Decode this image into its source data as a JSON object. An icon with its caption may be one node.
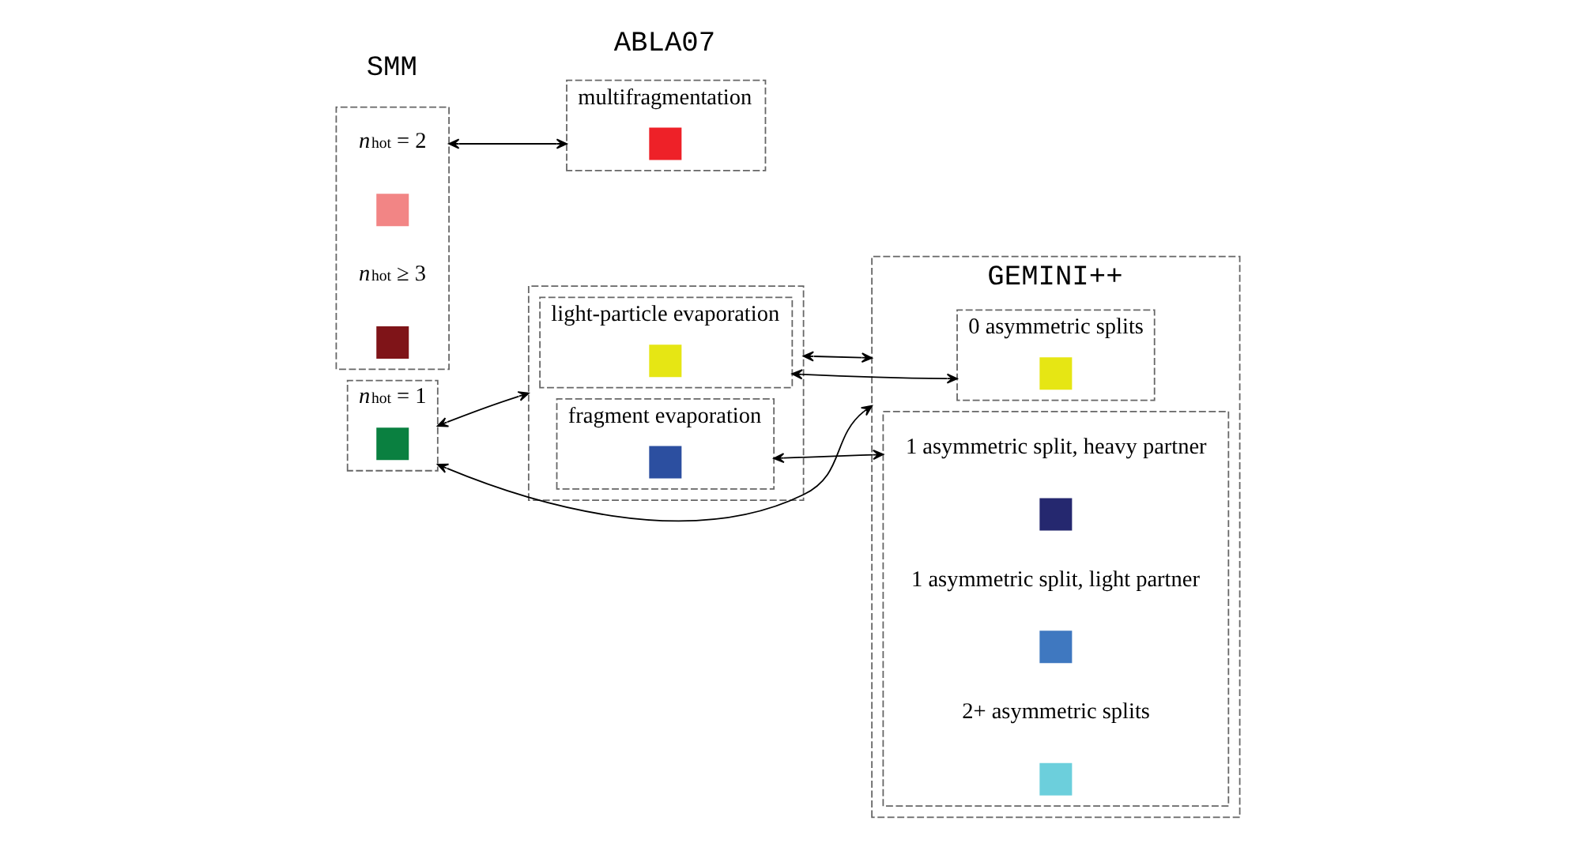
{
  "diagram": {
    "nodes": [
      {
        "text": [
          "*n*$_{hot}$ = 1"
        ]
      },
      {
        "text": [],
        "shape": "box",
        "in": 0
      },
      {
        "text": [],
        "shape": "box"
      },
      {
        "text": [
          "*n*$_{hot}$ = 2"
        ],
        "in": 2
      },
      {
        "text": [],
        "shape": "box",
        "in": 2
      },
      {
        "text": [
          "*n*$_{hot}$ ≥ 3"
        ],
        "in": 2
      },
      {
        "text": [],
        "shape": "box",
        "in": 2
      },
      {
        "text": [],
        "shape": "box"
      },
      {
        "text": [
          "light-particle evaporation"
        ],
        "in": 7
      },
      {
        "text": [],
        "shape": "box",
        "in": 8
      },
      {
        "text": [
          "fragment evaporation"
        ],
        "in": 7
      },
      {
        "text": [],
        "shape": "box",
        "in": 10
      },
      {
        "text": [
          "multifragmentation"
        ]
      },
      {
        "text": [],
        "shape": "box",
        "in": 12
      },
      {
        "text": [
          "GEMINI++"
        ]
      },
      {
        "text": [
          "0 asymmetric splits"
        ],
        "in": 14
      },
      {
        "text": [],
        "shape": "box",
        "in": 15
      },
      {
        "text": [],
        "shape": "box",
        "in": 14
      },
      {
        "text": [
          "1 asymmetric split, heavy partner"
        ],
        "in": 17
      },
      {
        "text": [],
        "shape": "box",
        "in": 17
      },
      {
        "text": [
          "1 asymmetric split, light partner"
        ],
        "in": 17
      },
      {
        "text": [],
        "shape": "box",
        "in": 17
      },
      {
        "text": [
          "2+ asymmetric splits"
        ],
        "in": 17
      },
      {
        "text": [],
        "shape": "box",
        "in": 17
      }
    ],
    "edges": [
      {
        "from": 0,
        "to": 14,
        "arrow": "both"
      },
      {
        "from": 0,
        "to": 7,
        "arrow": "both"
      },
      {
        "from": 2,
        "to": 12,
        "arrow": "both"
      },
      {
        "from": 8,
        "to": 15,
        "arrow": "both"
      },
      {
        "from": 7,
        "to": 14,
        "arrow": "both"
      },
      {
        "from": 10,
        "to": 17,
        "arrow": "both"
      }
    ],
    "labels": [
      "SMM",
      "ABLA07"
    ]
  }
}
